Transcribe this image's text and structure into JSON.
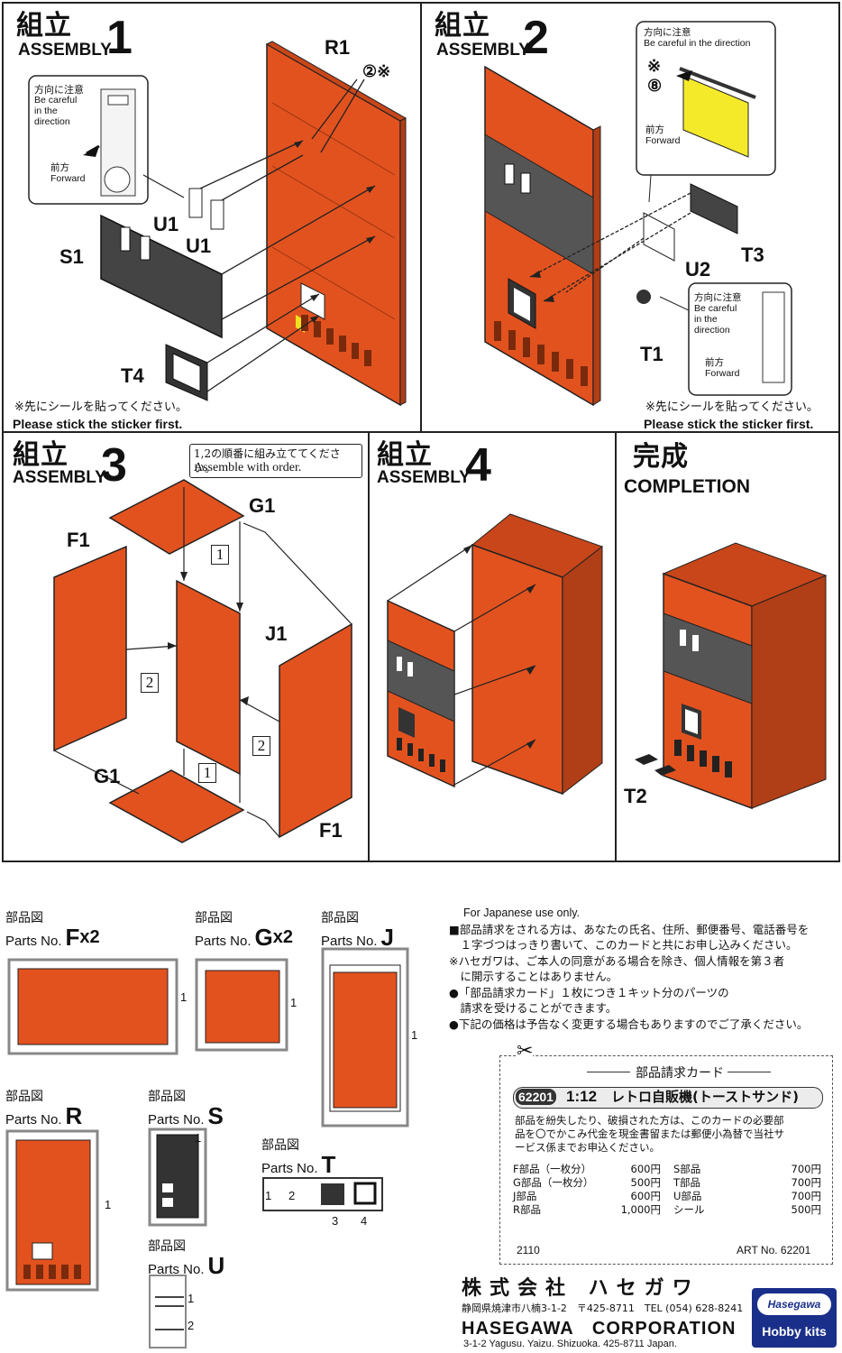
{
  "steps": [
    {
      "jp": "組立",
      "en": "ASSEMBLY",
      "num": "1"
    },
    {
      "jp": "組立",
      "en": "ASSEMBLY",
      "num": "2"
    },
    {
      "jp": "組立",
      "en": "ASSEMBLY",
      "num": "3"
    },
    {
      "jp": "組立",
      "en": "ASSEMBLY",
      "num": "4"
    },
    {
      "jp": "完成",
      "en": "COMPLETION"
    }
  ],
  "step1": {
    "callout": {
      "jp": "方向に注意",
      "en1": "Be careful",
      "en2": "in the",
      "en3": "direction",
      "fwd_jp": "前方",
      "fwd_en": "Forward"
    },
    "labels": {
      "r1": "R1",
      "u1a": "U1",
      "u1b": "U1",
      "s1": "S1",
      "t4": "T4",
      "sticker_mark": "②※"
    },
    "note_jp": "※先にシールを貼ってください。",
    "note_en": "Please stick the sticker first."
  },
  "step2": {
    "callout_top": {
      "jp": "方向に注意",
      "en": "Be careful in the direction",
      "mark": "※",
      "sticker": "⑧",
      "fwd_jp": "前方",
      "fwd_en": "Forward"
    },
    "callout_bottom": {
      "jp": "方向に注意",
      "en1": "Be careful",
      "en2": "in the",
      "en3": "direction",
      "fwd_jp": "前方",
      "fwd_en": "Forward"
    },
    "labels": {
      "u2": "U2",
      "t3": "T3",
      "t1": "T1"
    },
    "note_jp": "※先にシールを貼ってください。",
    "note_en": "Please stick the sticker first."
  },
  "step3": {
    "order_note_jp": "1,2の順番に組み立ててください。",
    "order_note_en": "Assemble with order.",
    "labels": {
      "g1_top": "G1",
      "f1_left": "F1",
      "j1": "J1",
      "g1_bottom": "G1",
      "f1_right": "F1",
      "o1a": "1",
      "o1b": "1",
      "o2a": "2",
      "o2b": "2"
    }
  },
  "step4": {},
  "completion": {
    "t2": "T2"
  },
  "parts": {
    "jp": "部品図",
    "en": "Parts No.",
    "items": [
      {
        "letter": "F",
        "suffix": "x2",
        "count": "1"
      },
      {
        "letter": "G",
        "suffix": "x2",
        "count": "1"
      },
      {
        "letter": "J",
        "suffix": "",
        "count": "1"
      },
      {
        "letter": "R",
        "suffix": "",
        "count": "1"
      },
      {
        "letter": "S",
        "suffix": "",
        "count": "1"
      },
      {
        "letter": "T",
        "suffix": "",
        "nums": [
          "1",
          "2",
          "3",
          "4"
        ]
      },
      {
        "letter": "U",
        "suffix": "",
        "nums": [
          "1",
          "2"
        ]
      }
    ]
  },
  "info": {
    "line0": "For Japanese use only.",
    "lines": [
      "■部品請求をされる方は、あなたの氏名、住所、郵便番号、電話番号を",
      "　１字づつはっきり書いて、このカードと共にお申し込みください。",
      "※ハセガワは、ご本人の同意がある場合を除き、個人情報を第３者",
      "　に開示することはありません。",
      "●「部品請求カード」１枚につき１キット分のパーツの",
      "　請求を受けることができます。",
      "●下記の価格は予告なく変更する場合もありますのでご了承ください。"
    ]
  },
  "card": {
    "title": "部品請求カード",
    "kit_no": "62201",
    "scale": "1:12",
    "kit_name": "レトロ自販機(トーストサンド)",
    "desc": [
      "部品を紛失したり、破損された方は、このカードの必要部",
      "品を〇でかこみ代金を現金書留または郵便小為替で当社サ",
      "ービス係までお申込ください。"
    ],
    "prices_left": [
      {
        "item": "F部品（一枚分）",
        "price": "600円"
      },
      {
        "item": "G部品（一枚分）",
        "price": "500円"
      },
      {
        "item": "J部品",
        "price": "600円"
      },
      {
        "item": "R部品",
        "price": "1,000円"
      }
    ],
    "prices_right": [
      {
        "item": "S部品",
        "price": "700円"
      },
      {
        "item": "T部品",
        "price": "700円"
      },
      {
        "item": "U部品",
        "price": "700円"
      },
      {
        "item": "シール",
        "price": "500円"
      }
    ],
    "code": "2110",
    "art_no": "ART No. 62201"
  },
  "company": {
    "jp_name": "株式会社 ハセガワ",
    "jp_addr": "静岡県焼津市八楠3-1-2　〒425-8711　TEL (054) 628-8241",
    "en_name": "HASEGAWA　CORPORATION",
    "en_addr": "3-1-2 Yagusu. Yaizu. Shizuoka. 425-8711 Japan.",
    "logo_top": "Hasegawa",
    "logo_bottom": "Hobby kits"
  }
}
